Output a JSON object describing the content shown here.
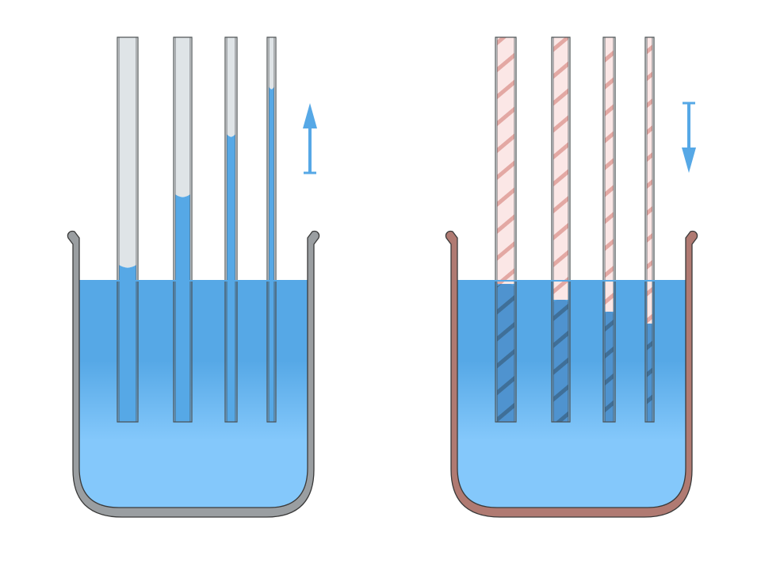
{
  "colors": {
    "water_top": "#56a8e6",
    "water_bottom": "#84c8fb",
    "water_column": "#56a8e6",
    "glass_tube_fill": "#dfe4e7",
    "glass_beaker_rim": "#9a9ea1",
    "glass_tube_stroke": "#4a4f52",
    "hydrophobic_tube_fill": "#fbe7e6",
    "hydrophobic_stripe": "#e3a8a3",
    "hydrophobic_beaker_rim": "#b07a72",
    "arrow": "#56a8e6"
  },
  "diagram": {
    "panels": [
      {
        "name": "capillary-rise",
        "beaker_material": "glass",
        "arrow_direction": "up",
        "tubes": [
          {
            "bore": "wide",
            "meniscus": "concave",
            "liquid_level_relative": "slightly-above-surface"
          },
          {
            "bore": "medium",
            "meniscus": "concave",
            "liquid_level_relative": "above-surface"
          },
          {
            "bore": "narrow",
            "meniscus": "concave",
            "liquid_level_relative": "high-above-surface"
          },
          {
            "bore": "very-narrow",
            "meniscus": "concave",
            "liquid_level_relative": "highest-above-surface"
          }
        ]
      },
      {
        "name": "capillary-depression",
        "beaker_material": "hydrophobic",
        "arrow_direction": "down",
        "tubes": [
          {
            "bore": "wide",
            "meniscus": "convex",
            "liquid_level_relative": "slightly-below-surface"
          },
          {
            "bore": "medium",
            "meniscus": "convex",
            "liquid_level_relative": "below-surface"
          },
          {
            "bore": "narrow",
            "meniscus": "convex",
            "liquid_level_relative": "further-below-surface"
          },
          {
            "bore": "very-narrow",
            "meniscus": "convex",
            "liquid_level_relative": "lowest-below-surface"
          }
        ]
      }
    ]
  }
}
